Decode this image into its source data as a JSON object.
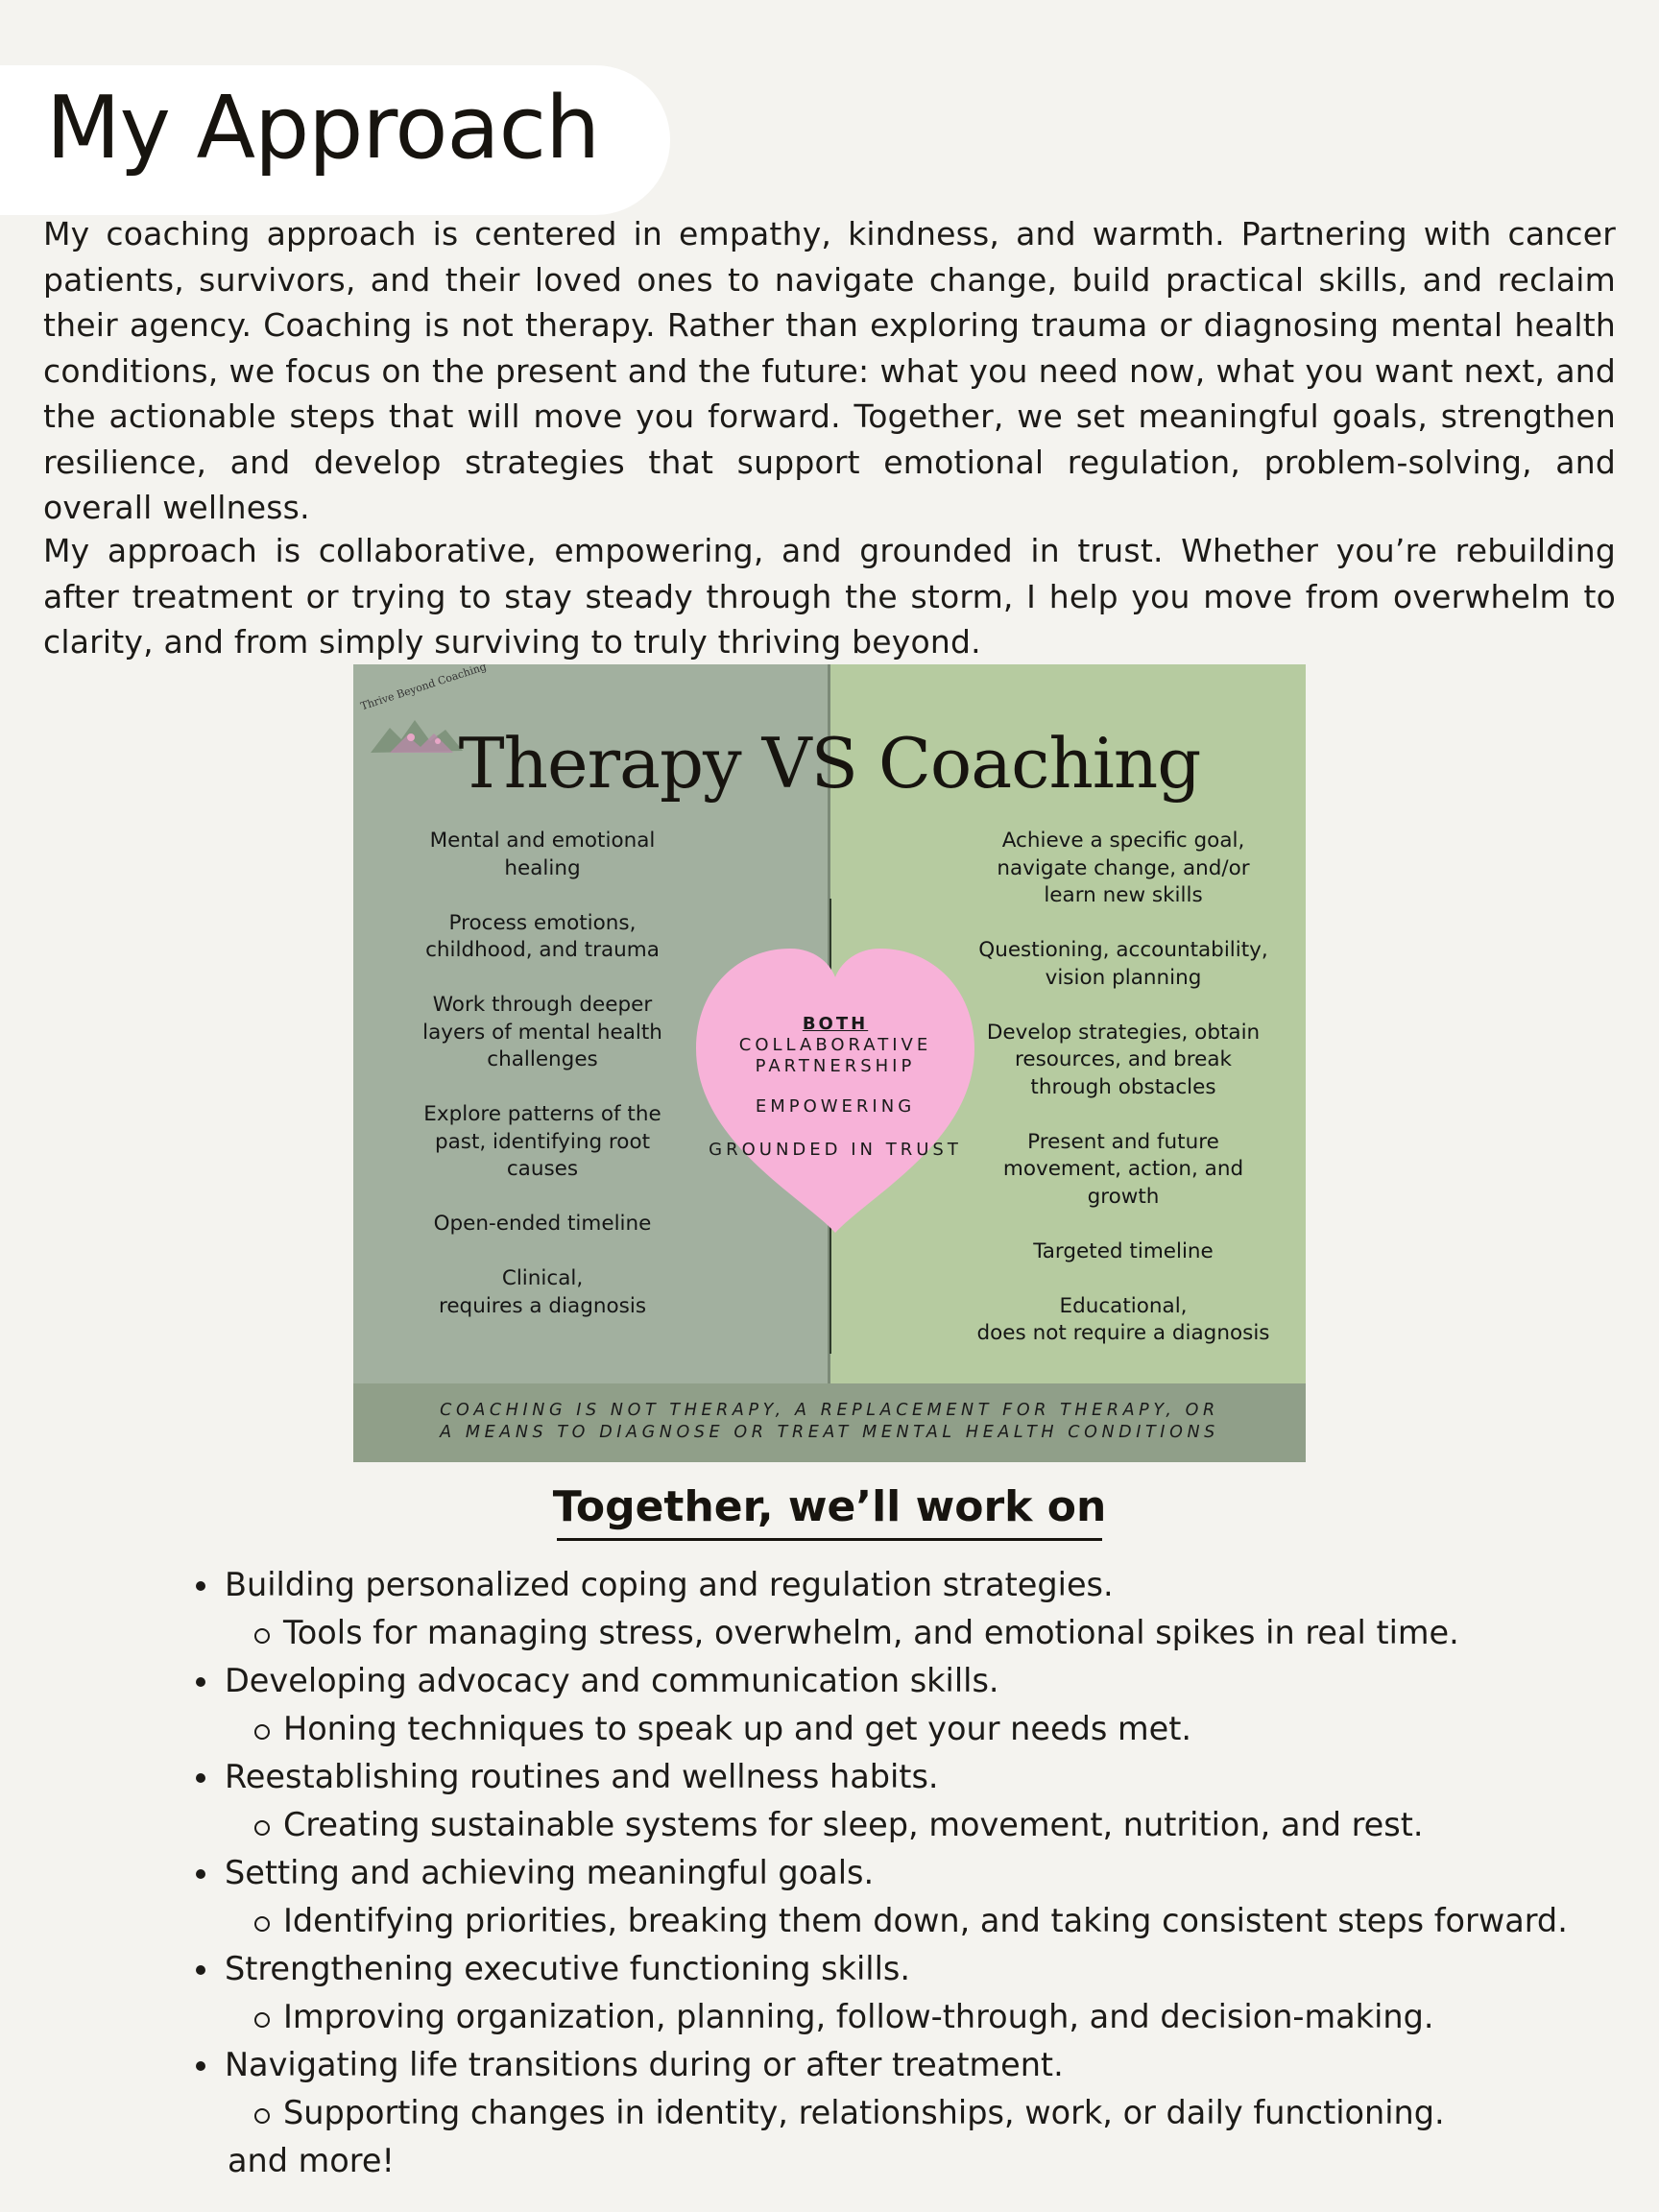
{
  "title": "My Approach",
  "paragraphs": [
    "My coaching approach is centered in empathy, kindness, and warmth. Partnering with cancer patients, survivors, and their loved ones to navigate change, build practical skills, and reclaim their agency. Coaching is not therapy. Rather than exploring trauma or diagnosing mental health conditions, we focus on the present and the future: what you need now, what you want next, and the actionable steps that will move you forward. Together, we set meaningful goals, strengthen resilience, and develop strategies that support emotional regulation, problem-solving, and overall wellness.",
    "My approach is collaborative, empowering, and grounded in trust. Whether you’re rebuilding after treatment or trying to stay steady through the storm, I help you move from overwhelm to clarity, and from simply surviving to truly thriving beyond."
  ],
  "infographic": {
    "logo_text": "Thrive Beyond Coaching",
    "title": "Therapy VS Coaching",
    "therapy_items": [
      "Mental and emotional\nhealing",
      "Process emotions,\nchildhood, and trauma",
      "Work through deeper\nlayers of mental health\nchallenges",
      "Explore patterns of the\npast, identifying root\ncauses",
      "Open-ended timeline",
      "Clinical,\nrequires a diagnosis"
    ],
    "coaching_items": [
      "Achieve a specific goal,\nnavigate change, and/or\nlearn new skills",
      "Questioning, accountability,\nvision planning",
      "Develop strategies, obtain\nresources, and break\nthrough obstacles",
      "Present and future\nmovement, action, and\ngrowth",
      "Targeted timeline",
      "Educational,\ndoes not require a diagnosis"
    ],
    "both_label": "BOTH",
    "both_1": "COLLABORATIVE PARTNERSHIP",
    "both_2": "EMPOWERING",
    "both_3": "GROUNDED IN TRUST",
    "footer_1": "COACHING IS NOT THERAPY, A REPLACEMENT FOR THERAPY, OR",
    "footer_2": "A MEANS TO DIAGNOSE OR TREAT MENTAL HEALTH CONDITIONS",
    "colors": {
      "therapy_bg": "#a2b09f",
      "coaching_bg": "#b6cba0",
      "heart": "#f7b2d8",
      "footer_bg": "#909f89"
    }
  },
  "section_heading": "Together, we’ll work on",
  "bullets": [
    {
      "main": "Building personalized coping and regulation strategies.",
      "sub": "Tools for managing stress, overwhelm, and emotional spikes in real time."
    },
    {
      "main": "Developing advocacy and communication skills.",
      "sub": "Honing techniques to speak up and get your needs met."
    },
    {
      "main": "Reestablishing routines and wellness habits.",
      "sub": "Creating sustainable systems for sleep, movement, nutrition, and rest."
    },
    {
      "main": "Setting and achieving meaningful goals.",
      "sub": "Identifying priorities, breaking them down, and taking consistent steps forward."
    },
    {
      "main": "Strengthening executive functioning skills.",
      "sub": "Improving organization, planning, follow-through, and decision-making."
    },
    {
      "main": "Navigating life transitions during or after treatment.",
      "sub": "Supporting changes in identity, relationships, work, or daily functioning."
    }
  ],
  "closing": "and more!"
}
